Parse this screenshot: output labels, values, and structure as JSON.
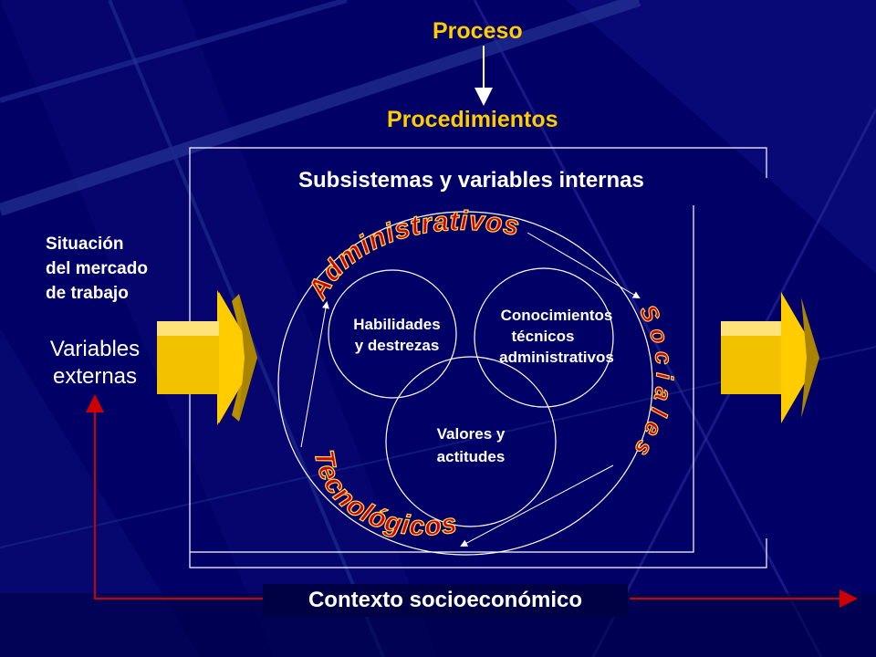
{
  "proceso": "Proceso",
  "procedimientos": "Procedimientos",
  "subsistemas_title": "Subsistemas y variables internas",
  "situacion": [
    "Situación",
    "del mercado",
    "de trabajo"
  ],
  "variables_externas": [
    "Variables",
    "externas"
  ],
  "habilidades": [
    "Habilidades",
    "y destrezas"
  ],
  "conocimientos": [
    "Conocimientos",
    "técnicos",
    "administrativos"
  ],
  "valores": [
    "Valores y",
    "actitudes"
  ],
  "administrativos": "Administrativos",
  "sociales": "Sociales",
  "tecnologicos": "Tecnológicos",
  "contexto": "Contexto socioeconómico",
  "colors": {
    "background": "#000066",
    "accent_yellow": "#ffcc00",
    "curve_red": "#cc0000",
    "arrow_red": "#cc0000",
    "text_white": "#ffffff"
  }
}
